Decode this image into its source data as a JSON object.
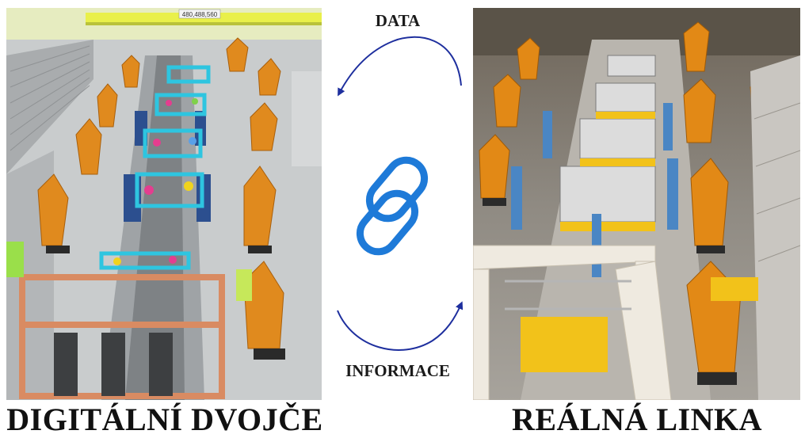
{
  "top_label": "DATA",
  "bottom_label": "INFORMACE",
  "left_caption": "DIGITÁLNÍ DVOJČE",
  "right_caption": "REÁLNÁ LINKA",
  "left_panel_display_number": "480,488,560",
  "icons": {
    "center": "chain-link-icon"
  },
  "colors": {
    "arrow": "#1e2f9e",
    "link_icon": "#1e7ad8",
    "robot_orange": "#e08a1e",
    "fixture_cyan": "#2ec5e0",
    "floor_gray": "#bfc2c4"
  }
}
